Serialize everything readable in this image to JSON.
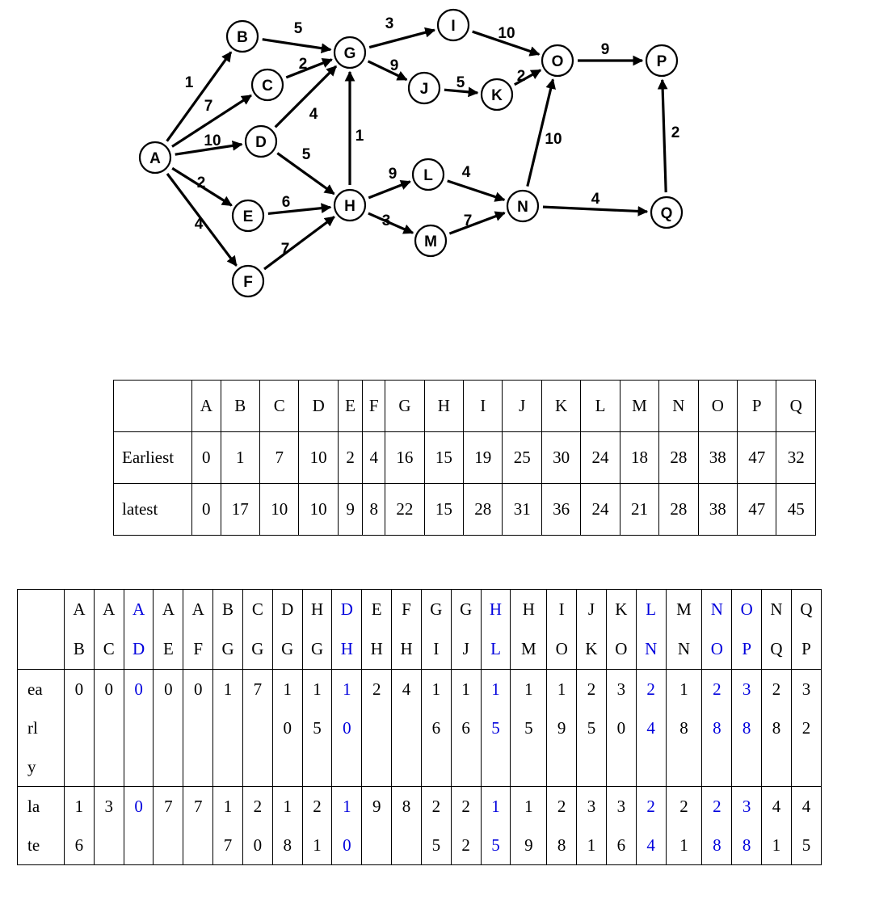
{
  "graph": {
    "nodes": [
      {
        "id": "A",
        "label": "A"
      },
      {
        "id": "B",
        "label": "B"
      },
      {
        "id": "C",
        "label": "C"
      },
      {
        "id": "D",
        "label": "D"
      },
      {
        "id": "E",
        "label": "E"
      },
      {
        "id": "F",
        "label": "F"
      },
      {
        "id": "G",
        "label": "G"
      },
      {
        "id": "H",
        "label": "H"
      },
      {
        "id": "I",
        "label": "I"
      },
      {
        "id": "J",
        "label": "J"
      },
      {
        "id": "K",
        "label": "K"
      },
      {
        "id": "L",
        "label": "L"
      },
      {
        "id": "M",
        "label": "M"
      },
      {
        "id": "N",
        "label": "N"
      },
      {
        "id": "O",
        "label": "O"
      },
      {
        "id": "P",
        "label": "P"
      },
      {
        "id": "Q",
        "label": "Q"
      }
    ],
    "edges": [
      {
        "from": "A",
        "to": "B",
        "weight": "1"
      },
      {
        "from": "A",
        "to": "C",
        "weight": "7"
      },
      {
        "from": "A",
        "to": "D",
        "weight": "10"
      },
      {
        "from": "A",
        "to": "E",
        "weight": "2"
      },
      {
        "from": "A",
        "to": "F",
        "weight": "4"
      },
      {
        "from": "B",
        "to": "G",
        "weight": "5"
      },
      {
        "from": "C",
        "to": "G",
        "weight": "2"
      },
      {
        "from": "D",
        "to": "G",
        "weight": "4"
      },
      {
        "from": "D",
        "to": "H",
        "weight": "5"
      },
      {
        "from": "H",
        "to": "G",
        "weight": "1"
      },
      {
        "from": "E",
        "to": "H",
        "weight": "6"
      },
      {
        "from": "F",
        "to": "H",
        "weight": "7"
      },
      {
        "from": "G",
        "to": "I",
        "weight": "3"
      },
      {
        "from": "G",
        "to": "J",
        "weight": "9"
      },
      {
        "from": "I",
        "to": "O",
        "weight": "10"
      },
      {
        "from": "J",
        "to": "K",
        "weight": "5"
      },
      {
        "from": "K",
        "to": "O",
        "weight": "2"
      },
      {
        "from": "H",
        "to": "L",
        "weight": "9"
      },
      {
        "from": "H",
        "to": "M",
        "weight": "3"
      },
      {
        "from": "L",
        "to": "N",
        "weight": "4"
      },
      {
        "from": "M",
        "to": "N",
        "weight": "7"
      },
      {
        "from": "N",
        "to": "O",
        "weight": "10"
      },
      {
        "from": "O",
        "to": "P",
        "weight": "9"
      },
      {
        "from": "N",
        "to": "Q",
        "weight": "4"
      },
      {
        "from": "Q",
        "to": "P",
        "weight": "2"
      }
    ]
  },
  "event_table": {
    "headers": [
      "",
      "A",
      "B",
      "C",
      "D",
      "E",
      "F",
      "G",
      "H",
      "I",
      "J",
      "K",
      "L",
      "M",
      "N",
      "O",
      "P",
      "Q"
    ],
    "rows": [
      {
        "label": "Earliest",
        "values": [
          "0",
          "1",
          "7",
          "10",
          "2",
          "4",
          "16",
          "15",
          "19",
          "25",
          "30",
          "24",
          "18",
          "28",
          "38",
          "47",
          "32"
        ]
      },
      {
        "label": "latest",
        "values": [
          "0",
          "17",
          "10",
          "10",
          "9",
          "8",
          "22",
          "15",
          "28",
          "31",
          "36",
          "24",
          "21",
          "28",
          "38",
          "47",
          "45"
        ]
      }
    ]
  },
  "activity_table": {
    "columns": [
      {
        "top": "A",
        "bottom": "B",
        "critical": false
      },
      {
        "top": "A",
        "bottom": "C",
        "critical": false
      },
      {
        "top": "A",
        "bottom": "D",
        "critical": true
      },
      {
        "top": "A",
        "bottom": "E",
        "critical": false
      },
      {
        "top": "A",
        "bottom": "F",
        "critical": false
      },
      {
        "top": "B",
        "bottom": "G",
        "critical": false
      },
      {
        "top": "C",
        "bottom": "G",
        "critical": false
      },
      {
        "top": "D",
        "bottom": "G",
        "critical": false
      },
      {
        "top": "H",
        "bottom": "G",
        "critical": false
      },
      {
        "top": "D",
        "bottom": "H",
        "critical": true
      },
      {
        "top": "E",
        "bottom": "H",
        "critical": false
      },
      {
        "top": "F",
        "bottom": "H",
        "critical": false
      },
      {
        "top": "G",
        "bottom": "I",
        "critical": false
      },
      {
        "top": "G",
        "bottom": "J",
        "critical": false
      },
      {
        "top": "H",
        "bottom": "L",
        "critical": true
      },
      {
        "top": "H",
        "bottom": "M",
        "critical": false
      },
      {
        "top": "I",
        "bottom": "O",
        "critical": false
      },
      {
        "top": "J",
        "bottom": "K",
        "critical": false
      },
      {
        "top": "K",
        "bottom": "O",
        "critical": false
      },
      {
        "top": "L",
        "bottom": "N",
        "critical": true
      },
      {
        "top": "M",
        "bottom": "N",
        "critical": false
      },
      {
        "top": "N",
        "bottom": "O",
        "critical": true
      },
      {
        "top": "O",
        "bottom": "P",
        "critical": true
      },
      {
        "top": "N",
        "bottom": "Q",
        "critical": false
      },
      {
        "top": "Q",
        "bottom": "P",
        "critical": false
      }
    ],
    "early_label": [
      "ea",
      "rl",
      "y"
    ],
    "late_label": [
      "la",
      "te"
    ],
    "early": [
      [
        "0"
      ],
      [
        "0"
      ],
      [
        "0"
      ],
      [
        "0"
      ],
      [
        "0"
      ],
      [
        "1"
      ],
      [
        "7"
      ],
      [
        "1",
        "0"
      ],
      [
        "1",
        "5"
      ],
      [
        "1",
        "0"
      ],
      [
        "2"
      ],
      [
        "4"
      ],
      [
        "1",
        "6"
      ],
      [
        "1",
        "6"
      ],
      [
        "1",
        "5"
      ],
      [
        "1",
        "5"
      ],
      [
        "1",
        "9"
      ],
      [
        "2",
        "5"
      ],
      [
        "3",
        "0"
      ],
      [
        "2",
        "4"
      ],
      [
        "1",
        "8"
      ],
      [
        "2",
        "8"
      ],
      [
        "3",
        "8"
      ],
      [
        "2",
        "8"
      ],
      [
        "3",
        "2"
      ]
    ],
    "late": [
      [
        "1",
        "6"
      ],
      [
        "3"
      ],
      [
        "0"
      ],
      [
        "7"
      ],
      [
        "7"
      ],
      [
        "1",
        "7"
      ],
      [
        "2",
        "0"
      ],
      [
        "1",
        "8"
      ],
      [
        "2",
        "1"
      ],
      [
        "1",
        "0"
      ],
      [
        "9"
      ],
      [
        "8"
      ],
      [
        "2",
        "5"
      ],
      [
        "2",
        "2"
      ],
      [
        "1",
        "5"
      ],
      [
        "1",
        "9"
      ],
      [
        "2",
        "8"
      ],
      [
        "3",
        "1"
      ],
      [
        "3",
        "6"
      ],
      [
        "2",
        "4"
      ],
      [
        "2",
        "1"
      ],
      [
        "2",
        "8"
      ],
      [
        "3",
        "8"
      ],
      [
        "4",
        "1"
      ],
      [
        "4",
        "5"
      ]
    ],
    "critical_color": "#0000dd"
  }
}
